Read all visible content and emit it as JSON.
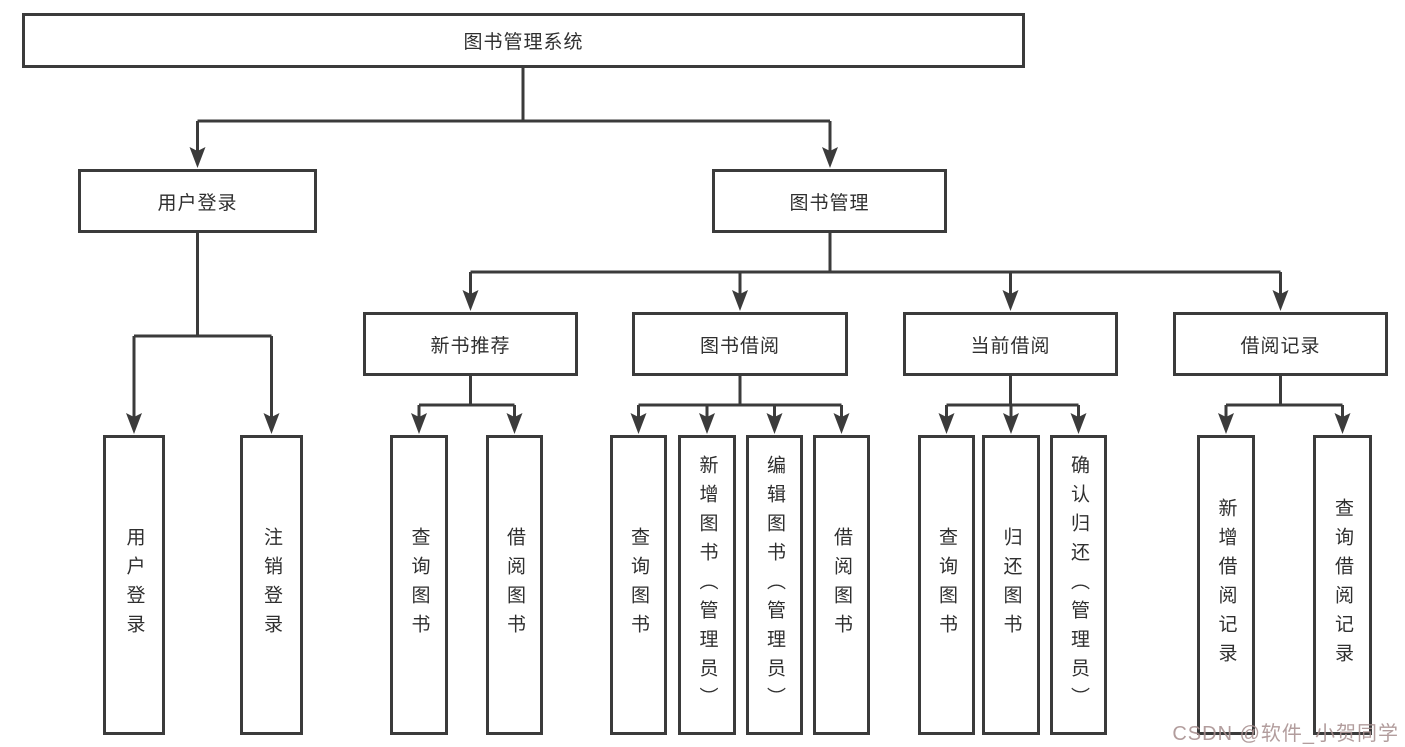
{
  "tree": {
    "root": "图书管理系统",
    "branches": [
      {
        "label": "用户登录",
        "leaves": [
          "用户登录",
          "注销登录"
        ]
      },
      {
        "label": "图书管理",
        "groups": [
          {
            "label": "新书推荐",
            "leaves": [
              "查询图书",
              "借阅图书"
            ]
          },
          {
            "label": "图书借阅",
            "leaves": [
              "查询图书",
              "新增图书（管理员）",
              "编辑图书（管理员）",
              "借阅图书"
            ]
          },
          {
            "label": "当前借阅",
            "leaves": [
              "查询图书",
              "归还图书",
              "确认归还（管理员）"
            ]
          },
          {
            "label": "借阅记录",
            "leaves": [
              "新增借阅记录",
              "查询借阅记录"
            ]
          }
        ]
      }
    ]
  },
  "watermark": "CSDN @软件_小贺同学",
  "colors": {
    "line": "#3b3b3b",
    "box_border": "#3b3b3b",
    "text": "#2f2f2f",
    "watermark": "#a89090",
    "background": "#ffffff"
  }
}
